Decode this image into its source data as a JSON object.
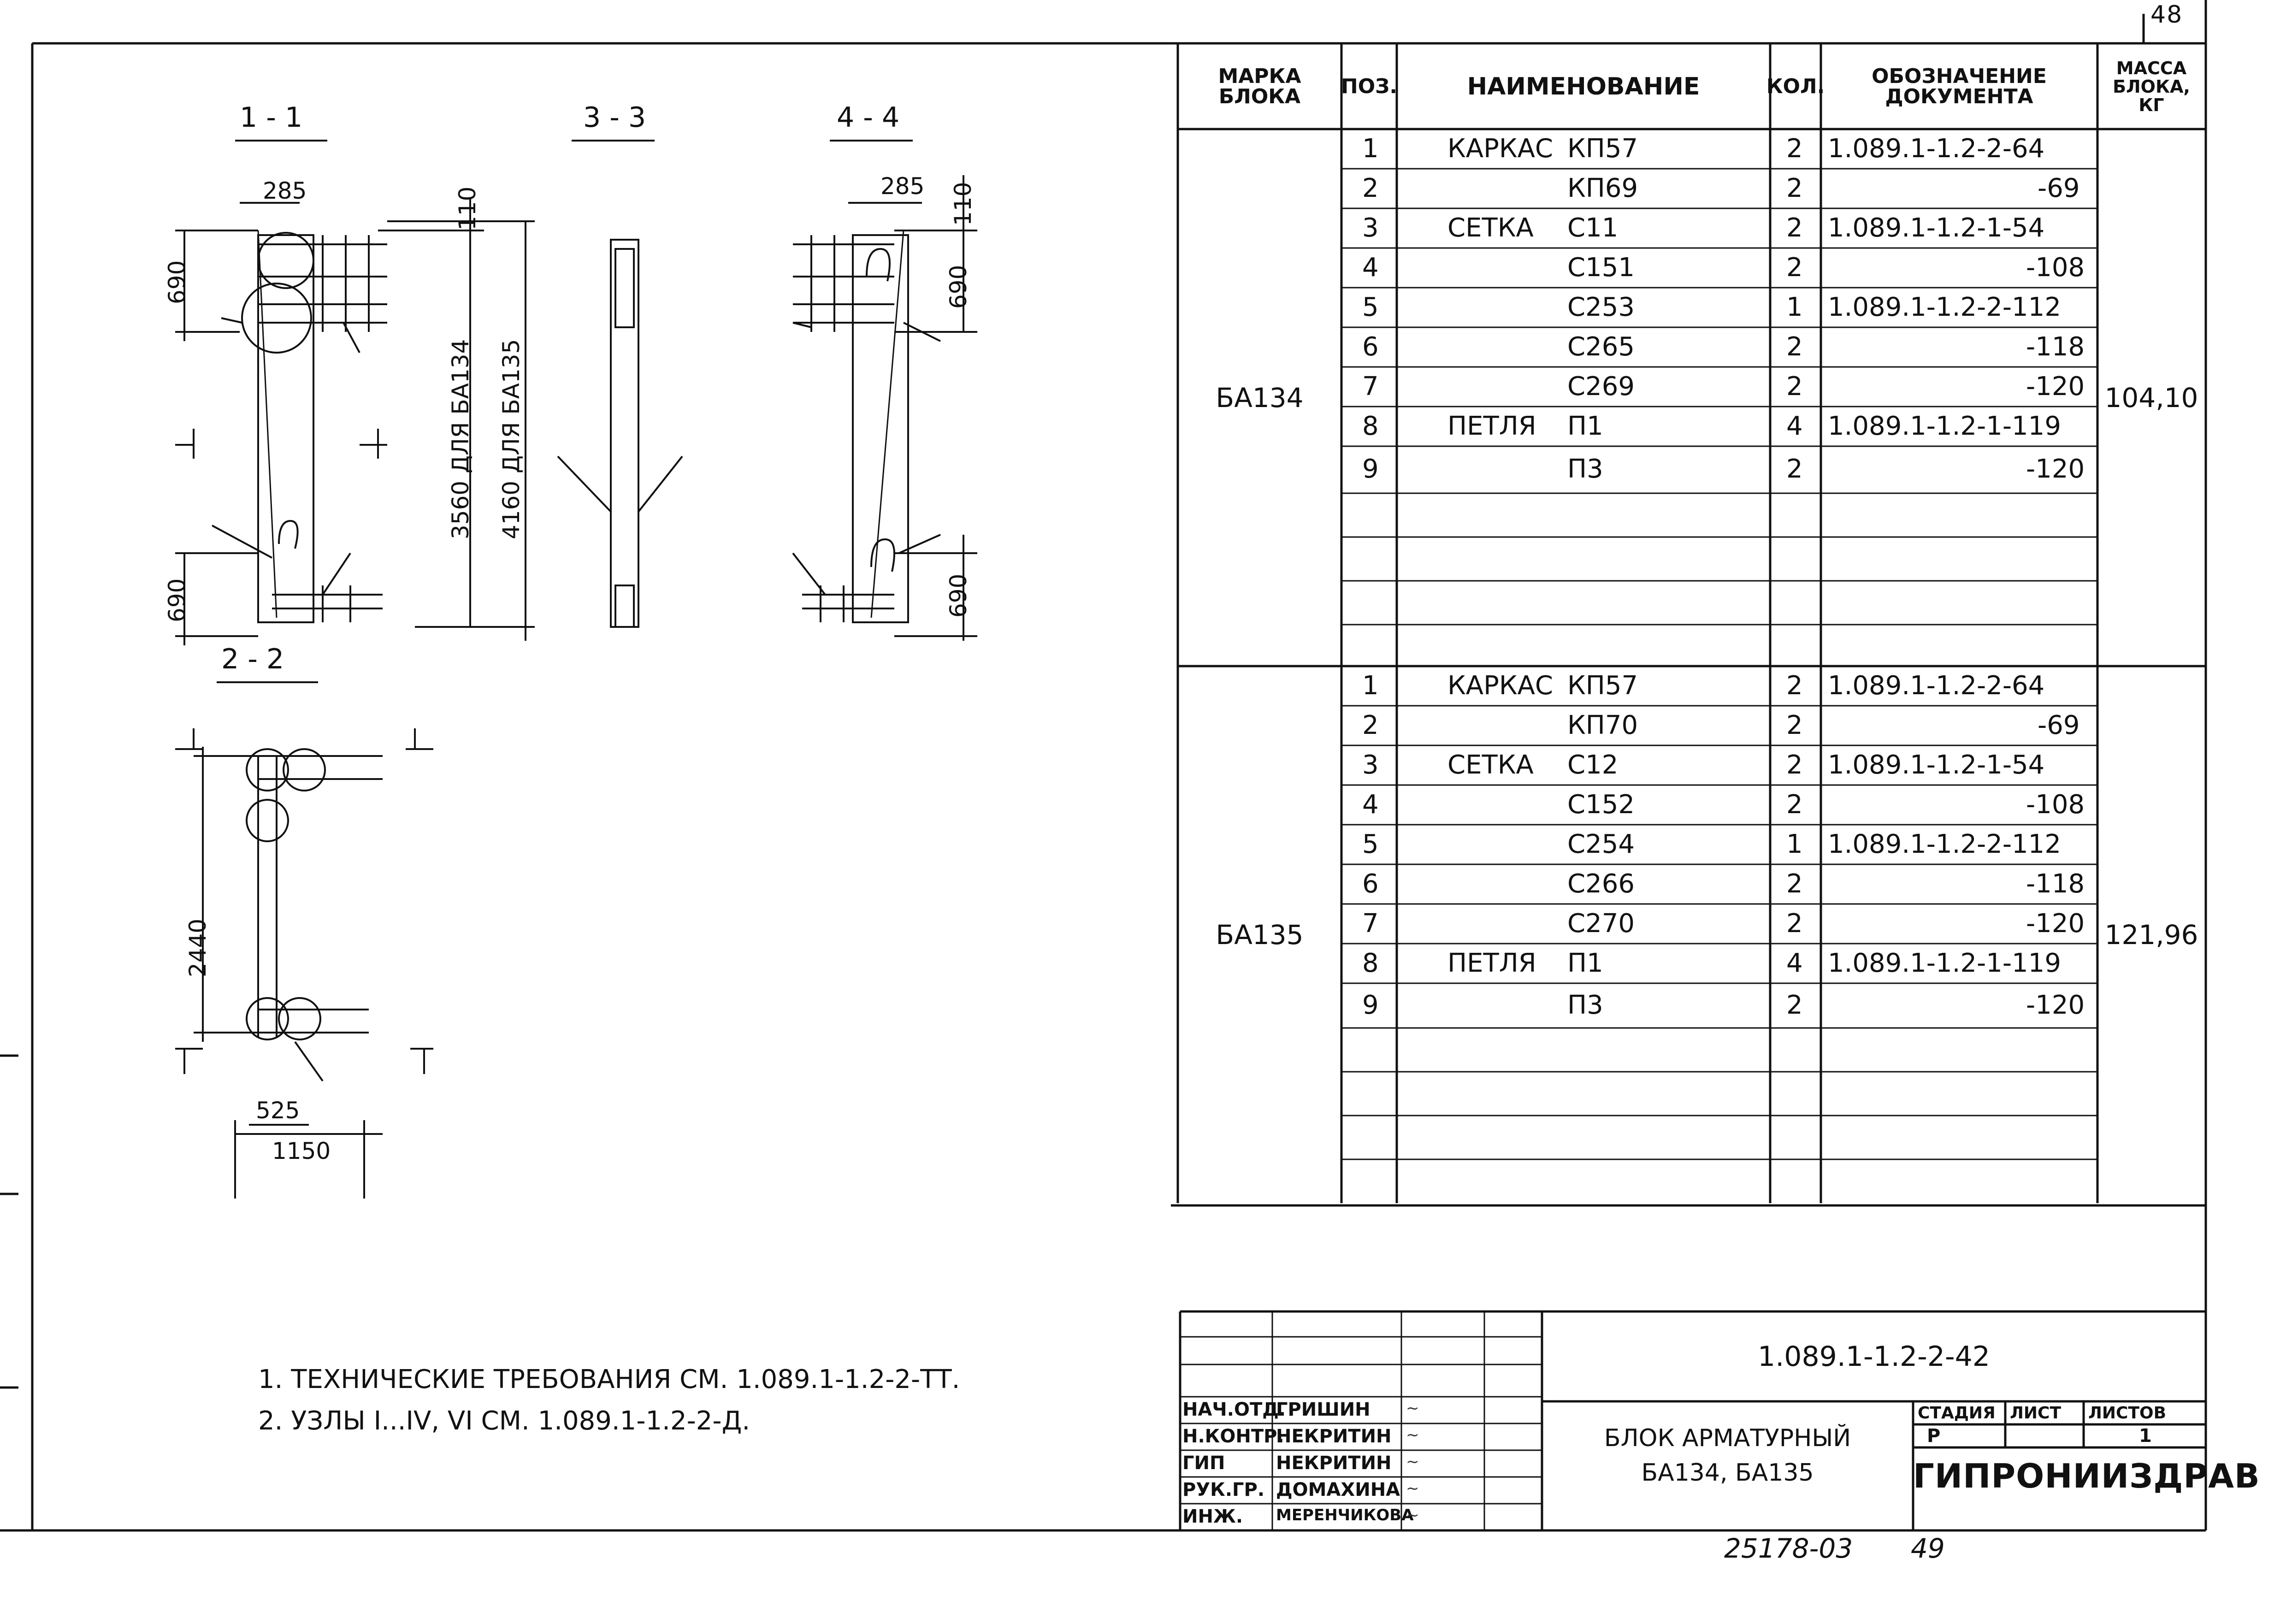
{
  "sheet_number": "48",
  "table": {
    "headers": {
      "marka": "МАРКА БЛОКА",
      "poz": "ПОЗ.",
      "name": "НАИМЕНОВАНИЕ",
      "qty": "КОЛ.",
      "doc": "ОБОЗНАЧЕНИЕ ДОКУМЕНТА",
      "mass": "МАССА БЛОКА, КГ"
    },
    "groups": [
      {
        "marka": "БА134",
        "mass": "104,10",
        "rows": [
          {
            "poz": "1",
            "type": "КАРКАС",
            "name": "КП57",
            "qty": "2",
            "doc": "1.089.1-1.2-2-64"
          },
          {
            "poz": "2",
            "type": "",
            "name": "КП69",
            "qty": "2",
            "doc": "-69"
          },
          {
            "poz": "3",
            "type": "СЕТКА",
            "name": "С11",
            "qty": "2",
            "doc": "1.089.1-1.2-1-54"
          },
          {
            "poz": "4",
            "type": "",
            "name": "С151",
            "qty": "2",
            "doc": "-108"
          },
          {
            "poz": "5",
            "type": "",
            "name": "С253",
            "qty": "1",
            "doc": "1.089.1-1.2-2-112"
          },
          {
            "poz": "6",
            "type": "",
            "name": "С265",
            "qty": "2",
            "doc": "-118"
          },
          {
            "poz": "7",
            "type": "",
            "name": "С269",
            "qty": "2",
            "doc": "-120"
          },
          {
            "poz": "8",
            "type": "ПЕТЛЯ",
            "name": "П1",
            "qty": "4",
            "doc": "1.089.1-1.2-1-119"
          },
          {
            "poz": "9",
            "type": "",
            "name": "П3",
            "qty": "2",
            "doc": "-120"
          }
        ]
      },
      {
        "marka": "БА135",
        "mass": "121,96",
        "rows": [
          {
            "poz": "1",
            "type": "КАРКАС",
            "name": "КП57",
            "qty": "2",
            "doc": "1.089.1-1.2-2-64"
          },
          {
            "poz": "2",
            "type": "",
            "name": "КП70",
            "qty": "2",
            "doc": "-69"
          },
          {
            "poz": "3",
            "type": "СЕТКА",
            "name": "С12",
            "qty": "2",
            "doc": "1.089.1-1.2-1-54"
          },
          {
            "poz": "4",
            "type": "",
            "name": "С152",
            "qty": "2",
            "doc": "-108"
          },
          {
            "poz": "5",
            "type": "",
            "name": "С254",
            "qty": "1",
            "doc": "1.089.1-1.2-2-112"
          },
          {
            "poz": "6",
            "type": "",
            "name": "С266",
            "qty": "2",
            "doc": "-118"
          },
          {
            "poz": "7",
            "type": "",
            "name": "С270",
            "qty": "2",
            "doc": "-120"
          },
          {
            "poz": "8",
            "type": "ПЕТЛЯ",
            "name": "П1",
            "qty": "4",
            "doc": "1.089.1-1.2-1-119"
          },
          {
            "poz": "9",
            "type": "",
            "name": "П3",
            "qty": "2",
            "doc": "-120"
          }
        ]
      }
    ]
  },
  "notes": [
    "1. ТЕХНИЧЕСКИЕ ТРЕБОВАНИЯ СМ. 1.089.1-1.2-2-ТТ.",
    "2. УЗЛЫ I...IV, VI СМ. 1.089.1-1.2-2-Д."
  ],
  "sections": {
    "s11": "1 - 1",
    "s33": "3 - 3",
    "s44": "4 - 4",
    "s22": "2 - 2"
  },
  "dims": {
    "d285a": "285",
    "d285b": "285",
    "d110a": "110",
    "d110b": "110",
    "d690a": "690",
    "d690b": "690",
    "d690c": "690",
    "d690d": "690",
    "d3560": "3560 ДЛЯ БА134",
    "d4160": "4160 ДЛЯ БА135",
    "d2440": "2440",
    "d525": "525",
    "d1150": "1150"
  },
  "title_block": {
    "designation": "1.089.1-1.2-2-42",
    "title_line1": "БЛОК АРМАТУРНЫЙ",
    "title_line2": "БА134, БА135",
    "stage_label": "СТАДИЯ",
    "sheet_label": "ЛИСТ",
    "sheets_label": "ЛИСТОВ",
    "stage": "Р",
    "sheet": "",
    "sheets": "1",
    "organization": "ГИПРОНИИЗДРАВ",
    "staff": [
      {
        "role": "НАЧ.ОТД.",
        "name": "ГРИШИН"
      },
      {
        "role": "Н.КОНТР.",
        "name": "НЕКРИТИН"
      },
      {
        "role": "ГИП",
        "name": "НЕКРИТИН"
      },
      {
        "role": "РУК.ГР.",
        "name": "ДОМАХИНА"
      },
      {
        "role": "ИНЖ.",
        "name": "МЕРЕНЧИКОВА"
      }
    ]
  },
  "footer": {
    "archive": "25178-03",
    "page": "49"
  }
}
